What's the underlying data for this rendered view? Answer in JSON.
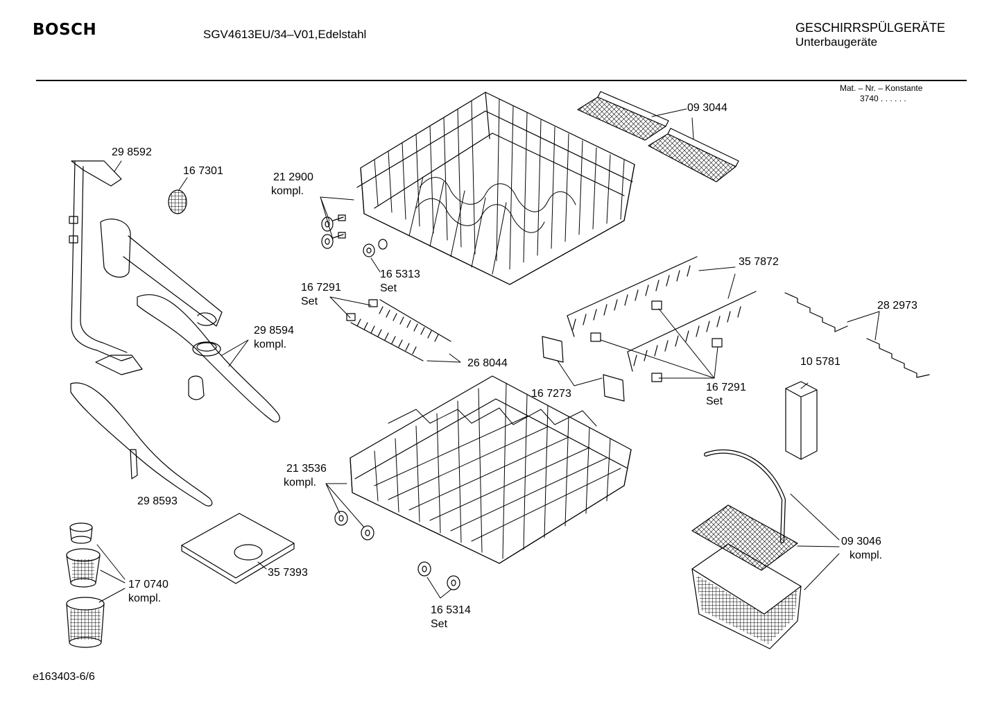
{
  "header": {
    "brand": "BOSCH",
    "model": "SGV4613EU/34–V01,Edelstahl",
    "category_line1": "GESCHIRRSPÜLGERÄTE",
    "category_line2": "Unterbaugeräte",
    "mat_label": "Mat. – Nr. – Konstante",
    "mat_value": "3740  .  .   .  .  .  ."
  },
  "footer": {
    "page_ref": "e163403-6/6"
  },
  "parts": [
    {
      "id": "p_093044",
      "number": "09 3044",
      "suffix": ""
    },
    {
      "id": "p_298592",
      "number": "29 8592",
      "suffix": ""
    },
    {
      "id": "p_167301",
      "number": "16 7301",
      "suffix": ""
    },
    {
      "id": "p_212900",
      "number": "21 2900",
      "suffix": "kompl."
    },
    {
      "id": "p_165313",
      "number": "16 5313",
      "suffix": "Set"
    },
    {
      "id": "p_357872",
      "number": "35 7872",
      "suffix": ""
    },
    {
      "id": "p_167291a",
      "number": "16 7291",
      "suffix": "Set"
    },
    {
      "id": "p_282973",
      "number": "28 2973",
      "suffix": ""
    },
    {
      "id": "p_298594",
      "number": "29 8594",
      "suffix": "kompl."
    },
    {
      "id": "p_268044",
      "number": "26 8044",
      "suffix": ""
    },
    {
      "id": "p_105781",
      "number": "10 5781",
      "suffix": ""
    },
    {
      "id": "p_167273",
      "number": "16 7273",
      "suffix": ""
    },
    {
      "id": "p_167291b",
      "number": "16 7291",
      "suffix": "Set"
    },
    {
      "id": "p_213536",
      "number": "21 3536",
      "suffix": "kompl."
    },
    {
      "id": "p_298593",
      "number": "29 8593",
      "suffix": ""
    },
    {
      "id": "p_093046",
      "number": "09 3046",
      "suffix": "kompl."
    },
    {
      "id": "p_357393",
      "number": "35 7393",
      "suffix": ""
    },
    {
      "id": "p_170740",
      "number": "17 0740",
      "suffix": "kompl."
    },
    {
      "id": "p_165314",
      "number": "16 5314",
      "suffix": "Set"
    }
  ]
}
